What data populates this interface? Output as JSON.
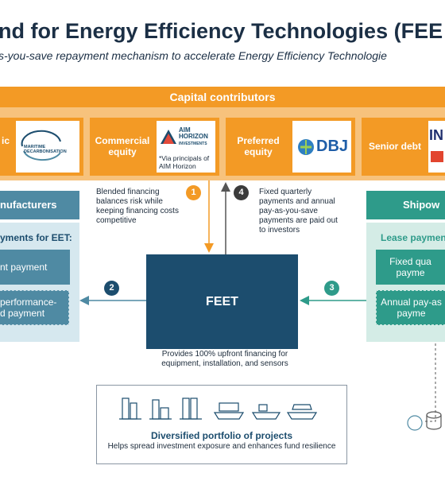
{
  "title": "nd for Energy Efficiency Technologies (FEE",
  "subtitle": "s-you-save repayment mechanism to accelerate Energy Efficiency Technologie",
  "capital_bar": "Capital contributors",
  "contributors": [
    {
      "label": "ic",
      "logo_text": "MARITIME DECARBONISATION"
    },
    {
      "label_line1": "Commercial",
      "label_line2": "equity",
      "logo_line1": "AIM",
      "logo_line2": "HORIZON",
      "logo_line3": "INVESTMENTS",
      "note_line1": "*Via principals of",
      "note_line2": "AIM Horizon"
    },
    {
      "label_line1": "Preferred",
      "label_line2": "equity",
      "logo_text": "DBJ"
    },
    {
      "label": "Senior debt",
      "logo_text": "IN"
    }
  ],
  "left": {
    "header": "nufacturers",
    "payments_title": "yments for EET:",
    "box1": "nt payment",
    "box2_line1": "performance-",
    "box2_line2": "d payment"
  },
  "right": {
    "header": "Shipow",
    "payments_title": "Lease payment",
    "box1_line1": "Fixed qua",
    "box1_line2": "payme",
    "box2_line1": "Annual pay-as",
    "box2_line2": "payme"
  },
  "steps": {
    "s1": "1",
    "s2": "2",
    "s3": "3",
    "s4": "4",
    "s1_text": [
      "Blended financing",
      "balances risk while",
      "keeping financing costs",
      "competitive"
    ],
    "s4_text": [
      "Fixed quarterly",
      "payments and annual",
      "pay-as-you-save",
      "payments are paid out",
      "to investors"
    ]
  },
  "center": {
    "label": "FEET",
    "note_line1": "Provides 100% upfront financing for",
    "note_line2": "equipment, installation, and sensors"
  },
  "portfolio": {
    "title": "Diversified portfolio of projects",
    "subtitle": "Helps spread investment exposure and enhances fund resilience"
  },
  "colors": {
    "orange": "#f39a25",
    "navy": "#1c4d6e",
    "blue": "#4f8aa3",
    "teal": "#2e9b8a"
  }
}
